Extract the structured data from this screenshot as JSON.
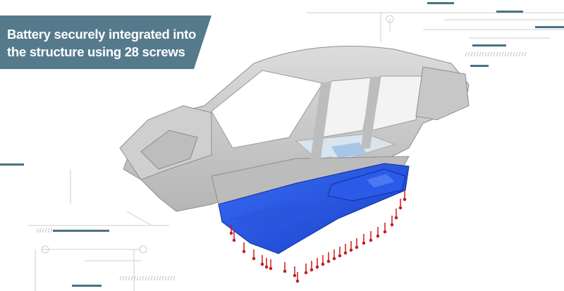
{
  "banner": {
    "line1": "Battery securely integrated into",
    "line2": "the structure using 28 screws"
  },
  "colors": {
    "banner_bg": "#557a8c",
    "accent_line": "#4a7284",
    "battery_blue": "#1a4fe0",
    "screw_red": "#cc1b1b",
    "body_gray": "#c9c9c9"
  },
  "image": {
    "subject": "car-body-shell-with-battery",
    "screw_count": 28
  }
}
